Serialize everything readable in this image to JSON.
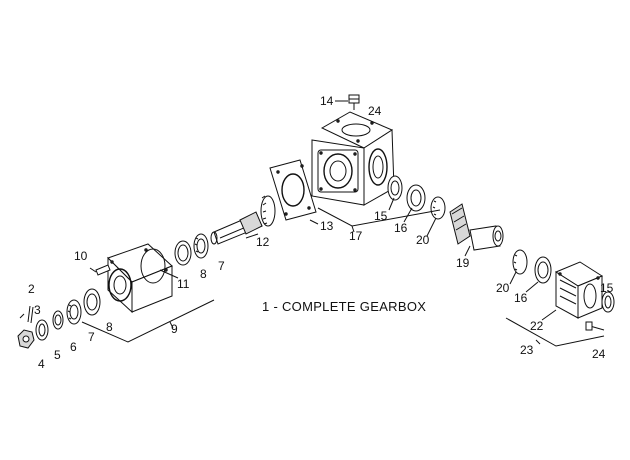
{
  "caption": "1 - COMPLETE GEARBOX",
  "labels": {
    "p2": "2",
    "p3": "3",
    "p4": "4",
    "p5": "5",
    "p6": "6",
    "p7a": "7",
    "p7b": "7",
    "p8a": "8",
    "p8b": "8",
    "p9": "9",
    "p10": "10",
    "p11": "11",
    "p12": "12",
    "p13": "13",
    "p14": "14",
    "p15a": "15",
    "p15b": "15",
    "p16a": "16",
    "p16b": "16",
    "p17": "17",
    "p19": "19",
    "p20a": "20",
    "p20b": "20",
    "p22": "22",
    "p23": "23",
    "p24a": "24",
    "p24b": "24"
  }
}
